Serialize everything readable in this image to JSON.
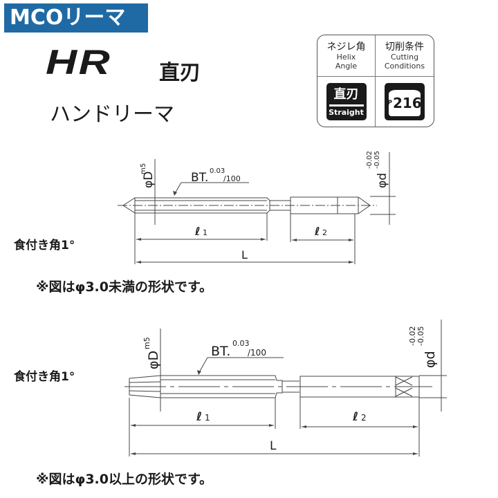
{
  "header": {
    "brand": "MCOリーマ",
    "model": "HR",
    "blade_type": "直刃",
    "product_name": "ハンドリーマ",
    "brand_color": "#1f6aa5"
  },
  "spec_box": {
    "helix": {
      "jp": "ネジレ角",
      "en1": "Helix",
      "en2": "Angle",
      "icon_kanji": "直刃",
      "icon_en": "Straight"
    },
    "cutting": {
      "jp": "切削条件",
      "en1": "Cutting",
      "en2": "Conditions",
      "page_prefix": "P",
      "page": "216"
    }
  },
  "drawing1": {
    "chamfer_label": "食付き角1°",
    "dim_D": "φD",
    "dim_D_tol": "m5",
    "bt_label": "BT.",
    "bt_num": "0.03",
    "bt_den": "/100",
    "dim_d": "φd",
    "dim_d_tol_upper": "-0.02",
    "dim_d_tol_lower": "-0.05",
    "l1": "ℓ",
    "l1_sub": "1",
    "l2": "ℓ",
    "l2_sub": "2",
    "L": "L",
    "note": "※図はφ3.0未満の形状です。"
  },
  "drawing2": {
    "chamfer_label": "食付き角1°",
    "dim_D": "φD",
    "dim_D_tol": "m5",
    "bt_label": "BT.",
    "bt_num": "0.03",
    "bt_den": "/100",
    "dim_d": "φd",
    "dim_d_tol_upper": "-0.02",
    "dim_d_tol_lower": "-0.05",
    "l1": "ℓ",
    "l1_sub": "1",
    "l2": "ℓ",
    "l2_sub": "2",
    "L": "L",
    "note": "※図はφ3.0以上の形状です。"
  }
}
